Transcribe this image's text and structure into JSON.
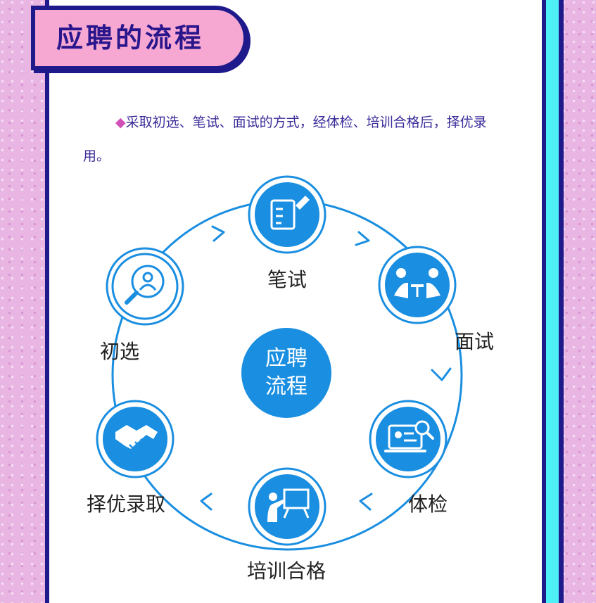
{
  "title": "应聘的流程",
  "intro": {
    "bullet": "◆",
    "text": "采取初选、笔试、面试的方式，经体检、培训合格后，择优录用。"
  },
  "center": {
    "line1": "应聘",
    "line2": "流程"
  },
  "steps": [
    {
      "label": "笔试",
      "icon": "test-paper-pen-icon"
    },
    {
      "label": "面试",
      "icon": "interview-people-icon"
    },
    {
      "label": "体检",
      "icon": "screen-magnifier-icon"
    },
    {
      "label": "培训合格",
      "icon": "presentation-board-icon"
    },
    {
      "label": "择优录取",
      "icon": "handshake-icon"
    },
    {
      "label": "初选",
      "icon": "magnifier-person-icon"
    }
  ],
  "colors": {
    "primary_blue": "#1a8ee0",
    "navy": "#1f1a8c",
    "title_pink": "#f6a8d3",
    "cyan": "#4ff0f5"
  }
}
